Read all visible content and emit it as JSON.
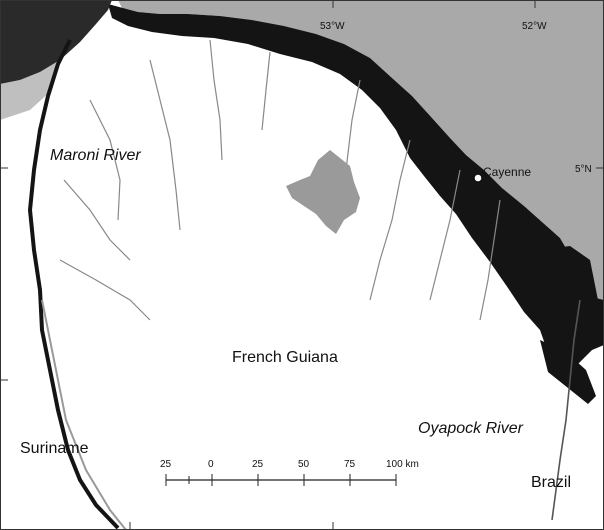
{
  "map": {
    "labels": {
      "maroni_river": "Maroni River",
      "oyapock_river": "Oyapock River",
      "french_guiana": "French Guiana",
      "suriname": "Suriname",
      "brazil": "Brazil",
      "cayenne": "Cayenne"
    },
    "graticule": {
      "lon_53": "53°W",
      "lon_52": "52°W",
      "lat_5": "5°N"
    },
    "scale_bar": {
      "labels": [
        "25",
        "0",
        "25",
        "50",
        "75",
        "100 km"
      ]
    },
    "colors": {
      "ocean": "#a9a9a9",
      "land": "#ffffff",
      "wetland": "#141414",
      "reservoir": "#9a9a9a",
      "frame": "#333333"
    }
  }
}
